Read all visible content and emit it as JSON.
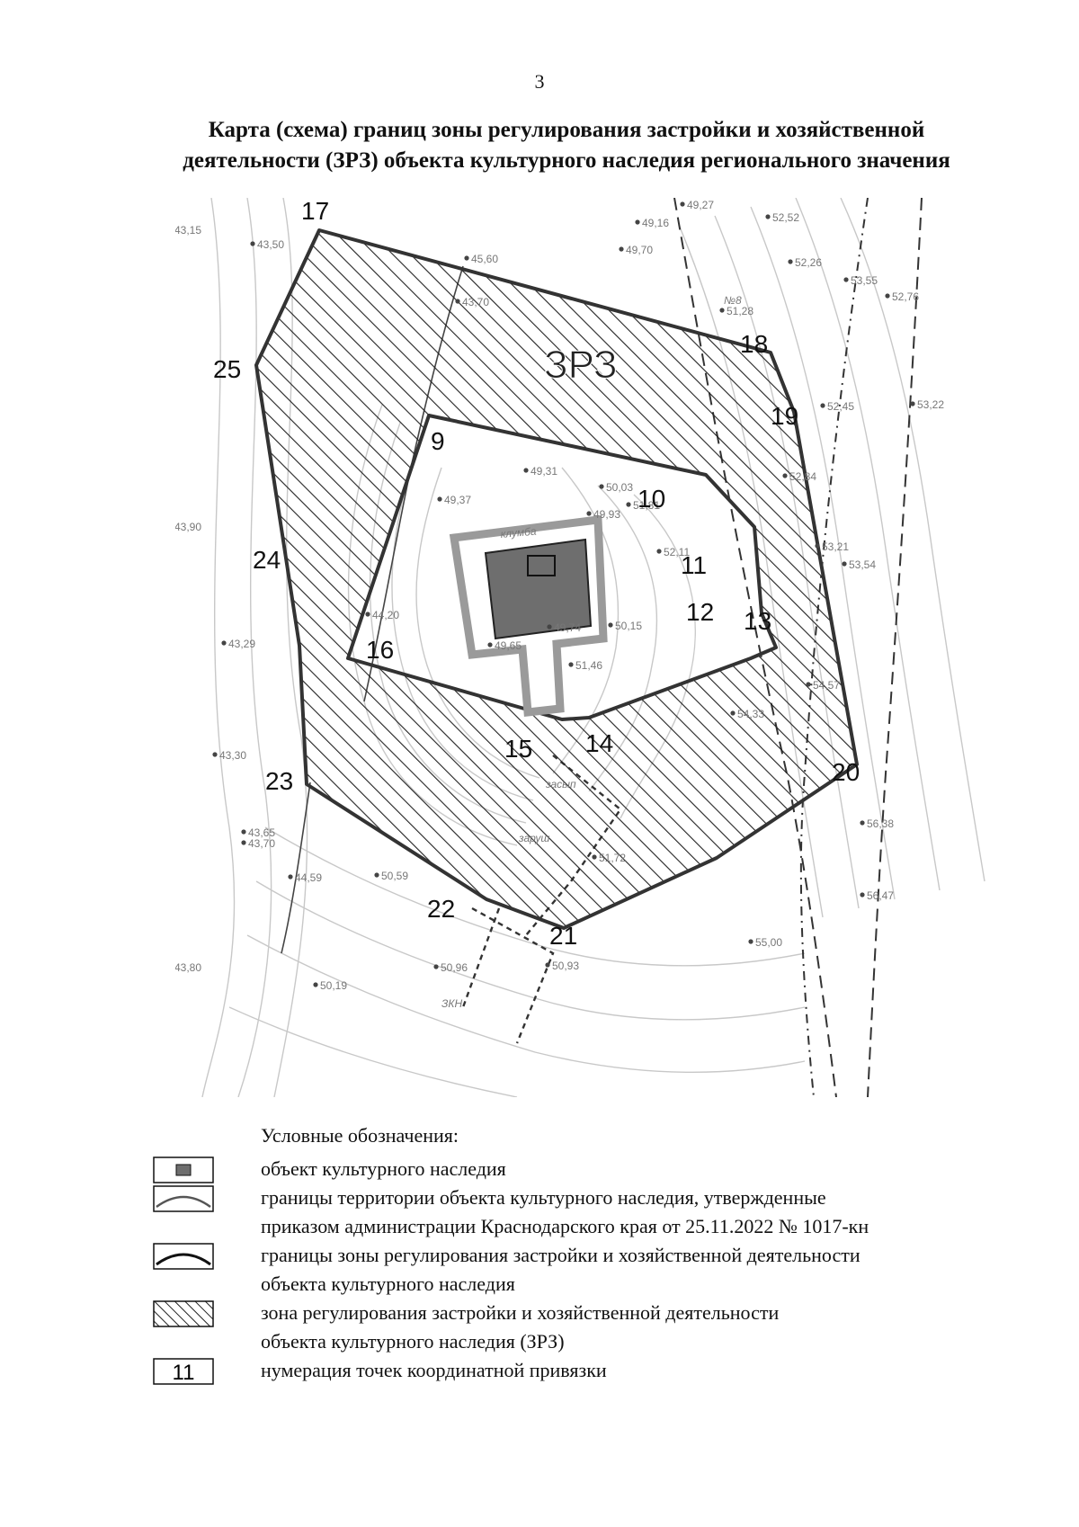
{
  "page_number": "3",
  "title_line1": "Карта (схема) границ зоны регулирования застройки и хозяйственной",
  "title_line2": "деятельности (ЗРЗ) объекта культурного наследия регионального значения",
  "map": {
    "zone_label": "ЗРЗ",
    "points": [
      {
        "num": "17"
      },
      {
        "num": "18"
      },
      {
        "num": "19"
      },
      {
        "num": "20"
      },
      {
        "num": "21"
      },
      {
        "num": "22"
      },
      {
        "num": "23"
      },
      {
        "num": "24"
      },
      {
        "num": "25"
      },
      {
        "num": "9"
      },
      {
        "num": "10"
      },
      {
        "num": "11"
      },
      {
        "num": "12"
      },
      {
        "num": "13"
      },
      {
        "num": "14"
      },
      {
        "num": "15"
      },
      {
        "num": "16"
      }
    ],
    "elevations": [
      "43,15",
      "43,50",
      "45,60",
      "49,16",
      "49,27",
      "52,52",
      "52,26",
      "53,55",
      "52,76",
      "51,28",
      "49,70",
      "43,70",
      "49,31",
      "50,03",
      "51,81",
      "49,37",
      "49,93",
      "52,11",
      "53,21",
      "53,54",
      "52,84",
      "43,90",
      "43,29",
      "44,20",
      "49,65",
      "49,74",
      "50,15",
      "51,46",
      "54,57",
      "54,33",
      "43,30",
      "43,65",
      "43,70",
      "44,59",
      "50,59",
      "51,72",
      "56,38",
      "56,47",
      "55,00",
      "50,93",
      "50,96",
      "50,19",
      "43,80",
      "53,22",
      "52,45"
    ],
    "annotations": [
      "клумба",
      "№8",
      "засып",
      "заруш",
      "ЗКН"
    ],
    "colors": {
      "object_fill": "#6e6e6e",
      "territory_border": "#9a9a9a",
      "zone_border": "#333333",
      "contours": "#c8c8c8"
    }
  },
  "legend": {
    "heading": "Условные обозначения:",
    "items": [
      {
        "text": [
          "объект культурного наследия"
        ]
      },
      {
        "text": [
          "границы территории объекта культурного наследия, утвержденные",
          "приказом администрации Краснодарского края от 25.11.2022 № 1017-кн"
        ]
      },
      {
        "text": [
          "границы зоны регулирования застройки и хозяйственной деятельности",
          "объекта культурного наследия"
        ]
      },
      {
        "text": [
          "зона регулирования застройки и хозяйственной деятельности",
          "объекта культурного наследия (ЗРЗ)"
        ]
      },
      {
        "text": [
          "нумерация точек координатной привязки"
        ],
        "sample": "11"
      }
    ]
  }
}
